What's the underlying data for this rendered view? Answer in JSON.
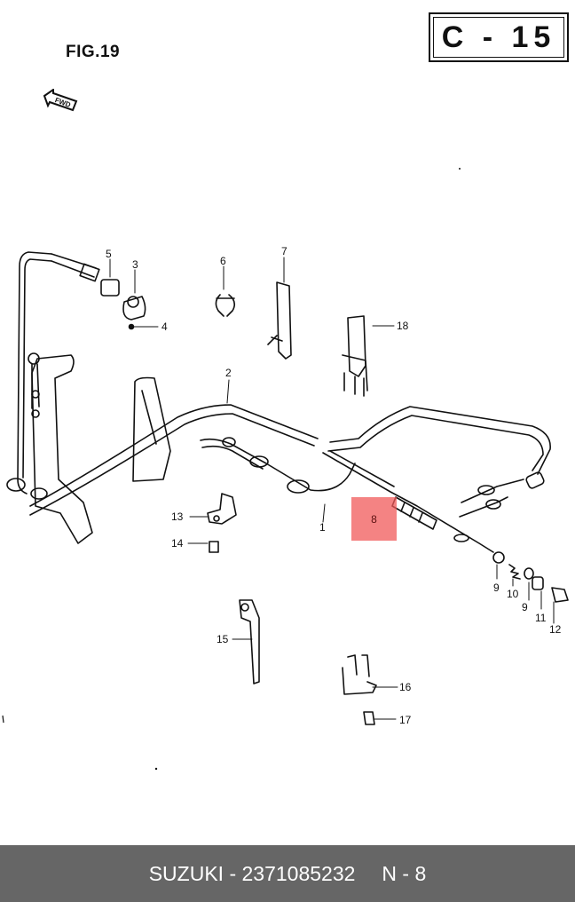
{
  "figure": {
    "label": "FIG.19",
    "page_code": "C - 15",
    "direction_label": "FWD"
  },
  "callouts": [
    {
      "id": "c1",
      "text": "1"
    },
    {
      "id": "c2",
      "text": "2"
    },
    {
      "id": "c3",
      "text": "3"
    },
    {
      "id": "c4",
      "text": "4"
    },
    {
      "id": "c5",
      "text": "5"
    },
    {
      "id": "c6",
      "text": "6"
    },
    {
      "id": "c7",
      "text": "7"
    },
    {
      "id": "c8",
      "text": "8"
    },
    {
      "id": "c9a",
      "text": "9"
    },
    {
      "id": "c9b",
      "text": "9"
    },
    {
      "id": "c10",
      "text": "10"
    },
    {
      "id": "c11",
      "text": "11"
    },
    {
      "id": "c12",
      "text": "12"
    },
    {
      "id": "c13",
      "text": "13"
    },
    {
      "id": "c14",
      "text": "14"
    },
    {
      "id": "c15",
      "text": "15"
    },
    {
      "id": "c16",
      "text": "16"
    },
    {
      "id": "c17",
      "text": "17"
    },
    {
      "id": "c18",
      "text": "18"
    }
  ],
  "highlight": {
    "text": "8",
    "color": "#f05a5a"
  },
  "footer": {
    "part": "SUZUKI - 2371085232",
    "ref": "N - 8",
    "background": "#666666"
  }
}
